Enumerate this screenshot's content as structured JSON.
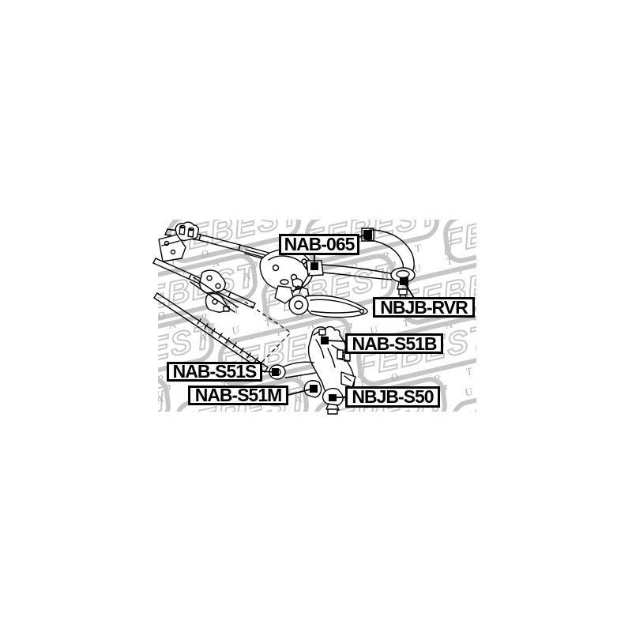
{
  "page": {
    "background_color": "#ffffff"
  },
  "watermark": {
    "brand": "FEBEST",
    "word_top": "A U T O",
    "word_bottom": "P A R T S",
    "color": "#c6c6c6"
  },
  "diagram": {
    "type": "suspension-parts-diagram",
    "labels": [
      {
        "part_number": "NAB-065"
      },
      {
        "part_number": "NBJB-RVR"
      },
      {
        "part_number": "NAB-S51B"
      },
      {
        "part_number": "NAB-S51S"
      },
      {
        "part_number": "NAB-S51M"
      },
      {
        "part_number": "NBJB-S50"
      }
    ]
  }
}
